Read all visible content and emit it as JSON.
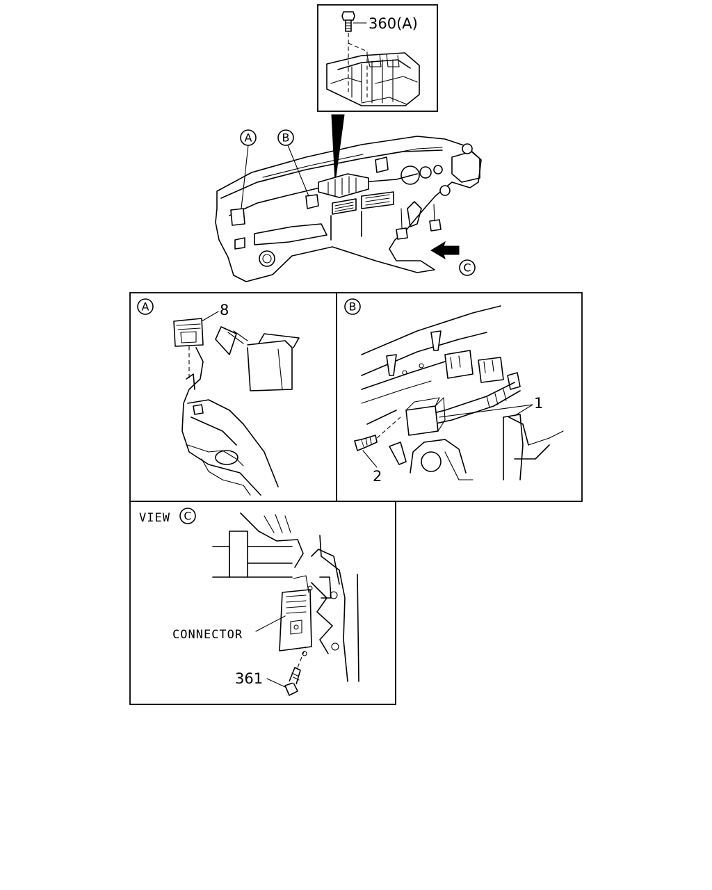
{
  "callouts": {
    "bolt_360": "360(A)",
    "circle_a": "A",
    "circle_b": "B",
    "circle_c": "C",
    "part_8": "8",
    "part_1": "1",
    "part_2": "2",
    "view_word": "VIEW",
    "connector": "CONNECTOR",
    "part_361": "361"
  }
}
